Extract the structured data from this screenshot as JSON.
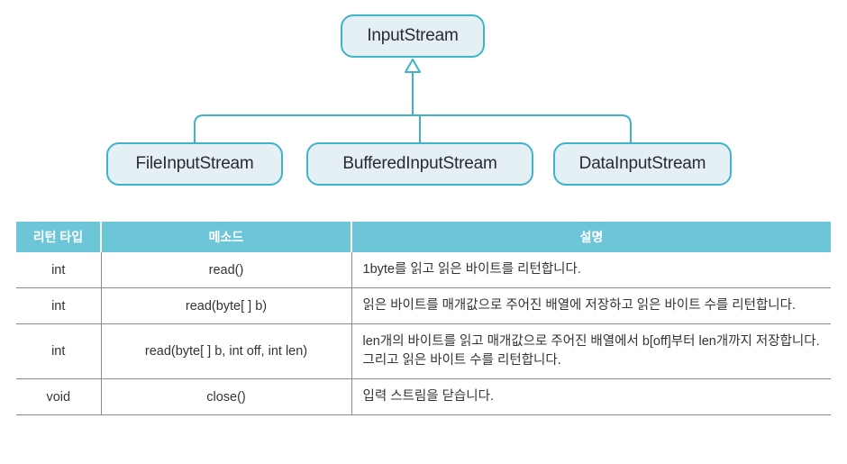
{
  "diagram": {
    "type": "uml-inheritance",
    "colors": {
      "box_fill": "#e4f0f4",
      "box_border": "#3fb3c9",
      "connector": "#3fb3c9",
      "text": "#2a2a33"
    },
    "parent": {
      "label": "InputStream"
    },
    "children": [
      {
        "label": "FileInputStream"
      },
      {
        "label": "BufferedInputStream"
      },
      {
        "label": "DataInputStream"
      }
    ]
  },
  "table": {
    "colors": {
      "header_bg": "#6dc6d8",
      "header_text": "#ffffff",
      "border": "#8a8a8a",
      "body_text": "#33333a"
    },
    "headers": [
      "리턴 타입",
      "메소드",
      "설명"
    ],
    "rows": [
      {
        "type": "int",
        "method": "read()",
        "desc": "1byte를 읽고 읽은 바이트를 리턴합니다."
      },
      {
        "type": "int",
        "method": "read(byte[ ] b)",
        "desc": "읽은 바이트를 매개값으로 주어진 배열에 저장하고 읽은 바이트 수를 리턴합니다."
      },
      {
        "type": "int",
        "method": "read(byte[ ] b, int off, int len)",
        "desc": "len개의 바이트를 읽고 매개값으로 주어진 배열에서  b[off]부터 len개까지 저장합니다. 그리고 읽은 바이트 수를 리턴합니다."
      },
      {
        "type": "void",
        "method": "close()",
        "desc": "입력 스트림을 닫습니다."
      }
    ]
  }
}
